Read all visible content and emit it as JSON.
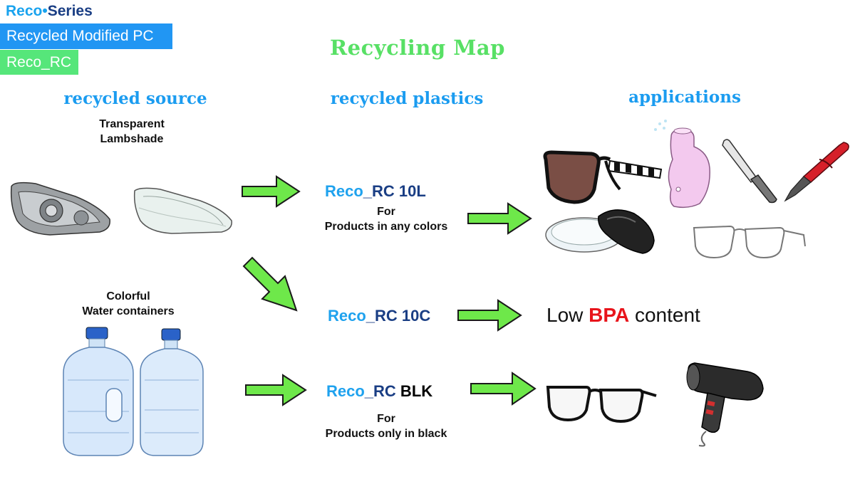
{
  "brand": {
    "part1": "Reco",
    "dot": "•",
    "part2": "Series"
  },
  "tags": {
    "blue": "Recycled Modified PC",
    "green": "Reco_RC"
  },
  "title": "Recycling Map",
  "columns": {
    "source": "recycled source",
    "plastics": "recycled plastics",
    "applications": "applications"
  },
  "sources": {
    "lampshade": {
      "line1": "Transparent",
      "line2": "Lambshade"
    },
    "water": {
      "line1": "Colorful",
      "line2": "Water containers"
    }
  },
  "products": {
    "p10l": {
      "prefix_a": "Reco",
      "prefix_b": "_RC",
      "code": " 10L",
      "for": "For",
      "desc": "Products in any colors"
    },
    "p10c": {
      "prefix_a": "Reco",
      "prefix_b": "_RC",
      "code": " 10C"
    },
    "pblk": {
      "prefix_a": "Reco",
      "prefix_b": "_RC",
      "code": " BLK",
      "for": "For",
      "desc": "Products only in black"
    }
  },
  "bpa": {
    "pre": "Low ",
    "highlight": "BPA",
    "post": " content"
  },
  "colors": {
    "arrow_fill": "#6ee84a",
    "arrow_stroke": "#1a1a1a",
    "blue": "#1fa2ee",
    "navy": "#1a3e84",
    "green_title": "#58e065",
    "red": "#e8141b"
  }
}
